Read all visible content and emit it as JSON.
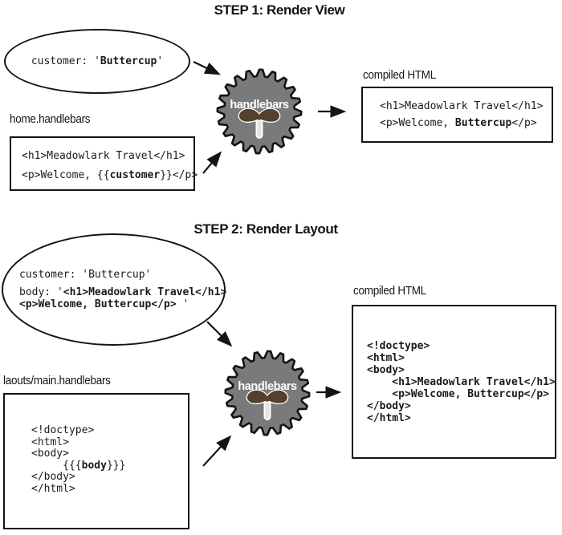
{
  "step1": {
    "title": "STEP 1: Render View",
    "context": [
      [
        {
          "t": "customer: '"
        },
        {
          "t": "Buttercup",
          "b": true
        },
        {
          "t": "'"
        }
      ]
    ],
    "view_label": "home.handlebars",
    "view_code": [
      [
        {
          "t": "<h1>Meadowlark Travel</h1>"
        }
      ],
      [
        {
          "t": "<p>Welcome, {{"
        },
        {
          "t": "customer",
          "b": true
        },
        {
          "t": "}}</p>"
        }
      ]
    ],
    "output_label": "compiled HTML",
    "output_code": [
      [
        {
          "t": "<h1>Meadowlark Travel</h1>"
        }
      ],
      [
        {
          "t": "<p>Welcome, "
        },
        {
          "t": "Buttercup",
          "b": true
        },
        {
          "t": "</p>"
        }
      ]
    ]
  },
  "step2": {
    "title": "STEP 2: Render Layout",
    "context": [
      [
        {
          "t": "customer: 'Buttercup'"
        }
      ],
      [
        {
          "t": "body: '"
        },
        {
          "t": "<h1>Meadowlark Travel</h1>",
          "b": true
        }
      ],
      [
        {
          "t": "<p>Welcome, Buttercup</p>",
          "b": true
        },
        {
          "t": " '"
        }
      ]
    ],
    "layout_label": "laouts/main.handlebars",
    "layout_code": [
      [
        {
          "t": "<!doctype>"
        }
      ],
      [
        {
          "t": "<html>"
        }
      ],
      [
        {
          "t": "<body>"
        }
      ],
      [
        {
          "t": "     {{{"
        },
        {
          "t": "body",
          "b": true
        },
        {
          "t": "}}}"
        }
      ],
      [
        {
          "t": "</body>"
        }
      ],
      [
        {
          "t": "</html>"
        }
      ]
    ],
    "output_label": "compiled HTML",
    "output_code": [
      [
        {
          "t": "<!doctype>"
        }
      ],
      [
        {
          "t": "<html>"
        }
      ],
      [
        {
          "t": "<body>"
        }
      ],
      [
        {
          "t": "    <h1>Meadowlark Travel</h1>"
        }
      ],
      [
        {
          "t": "    <p>Welcome, Buttercup</p>"
        }
      ],
      [
        {
          "t": "</body>"
        }
      ],
      [
        {
          "t": "</html>"
        }
      ]
    ]
  },
  "gear": {
    "label": "handlebars",
    "icon": "handlebars-gear-icon",
    "colors": {
      "body": "#7a7a7d",
      "outline": "#141414",
      "label_text": "#ffffff",
      "mustache": "#53402d",
      "stick": "#e3e3e1"
    }
  }
}
